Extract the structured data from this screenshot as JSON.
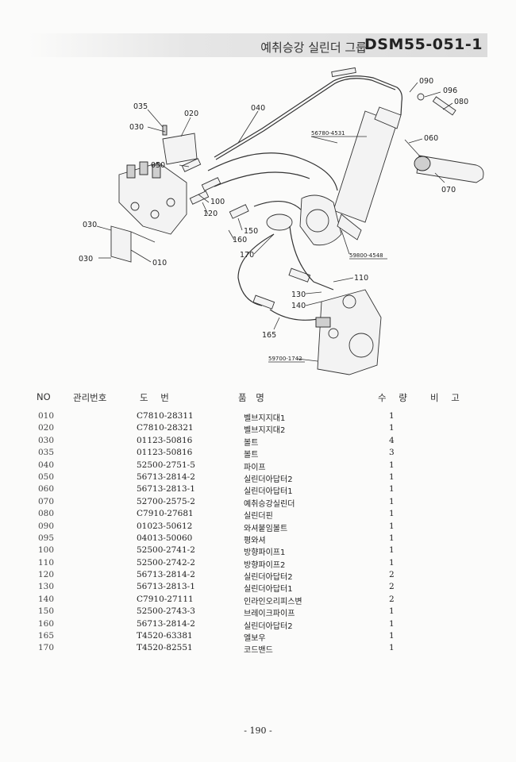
{
  "header": {
    "title_ko": "예취승강 실린더 그룹",
    "title_code": "DSM55-051-1"
  },
  "diagram": {
    "callouts": [
      "035",
      "020",
      "030",
      "040",
      "050",
      "090",
      "096",
      "080",
      "060",
      "070",
      "100",
      "120",
      "030",
      "150",
      "160",
      "030",
      "010",
      "170",
      "110",
      "130",
      "140",
      "165"
    ],
    "refs": [
      "56780-4531",
      "59800-4548",
      "59700-1742"
    ]
  },
  "table": {
    "headers": {
      "no": "NO",
      "mgmt": "관리번호",
      "drawing": "도    번",
      "name": "품        명",
      "qty": "수 량",
      "remark": "비   고"
    },
    "rows": [
      {
        "no": "010",
        "part": "C7810-28311",
        "name": "벨브지지대1",
        "qty": "1"
      },
      {
        "no": "020",
        "part": "C7810-28321",
        "name": "벨브지지대2",
        "qty": "1"
      },
      {
        "no": "030",
        "part": "01123-50816",
        "name": "볼트",
        "qty": "4"
      },
      {
        "no": "035",
        "part": "01123-50816",
        "name": "볼트",
        "qty": "3"
      },
      {
        "no": "040",
        "part": "52500-2751-5",
        "name": "파이프",
        "qty": "1"
      },
      {
        "no": "050",
        "part": "56713-2814-2",
        "name": "실린더아답터2",
        "qty": "1"
      },
      {
        "no": "060",
        "part": "56713-2813-1",
        "name": "실린더아답터1",
        "qty": "1"
      },
      {
        "no": "070",
        "part": "52700-2575-2",
        "name": "예취승강실린더",
        "qty": "1"
      },
      {
        "no": "080",
        "part": "C7910-27681",
        "name": "실린더핀",
        "qty": "1"
      },
      {
        "no": "090",
        "part": "01023-50612",
        "name": "와셔붙임볼트",
        "qty": "1"
      },
      {
        "no": "095",
        "part": "04013-50060",
        "name": "평와셔",
        "qty": "1"
      },
      {
        "no": "100",
        "part": "52500-2741-2",
        "name": "방향파이프1",
        "qty": "1"
      },
      {
        "no": "110",
        "part": "52500-2742-2",
        "name": "방향파이프2",
        "qty": "1"
      },
      {
        "no": "120",
        "part": "56713-2814-2",
        "name": "실린더아답터2",
        "qty": "2"
      },
      {
        "no": "130",
        "part": "56713-2813-1",
        "name": "실린더아답터1",
        "qty": "2"
      },
      {
        "no": "140",
        "part": "C7910-27111",
        "name": "인라인오리피스변",
        "qty": "2"
      },
      {
        "no": "150",
        "part": "52500-2743-3",
        "name": "브레이크파이프",
        "qty": "1"
      },
      {
        "no": "160",
        "part": "56713-2814-2",
        "name": "실린더아답터2",
        "qty": "1"
      },
      {
        "no": "165",
        "part": "T4520-63381",
        "name": "엘보우",
        "qty": "1"
      },
      {
        "no": "170",
        "part": "T4520-82551",
        "name": "코드밴드",
        "qty": "1"
      }
    ]
  },
  "footer": {
    "page": "- 190 -"
  }
}
